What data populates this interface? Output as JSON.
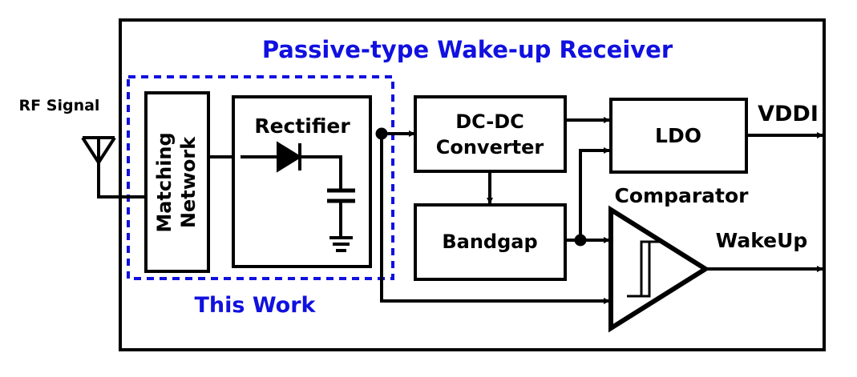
{
  "title": "Passive-type Wake-up Receiver",
  "this_work": "This Work",
  "input_label": "RF Signal",
  "blocks": {
    "matching": "Matching Network",
    "matching_line1": "Matching",
    "matching_line2": "Network",
    "rectifier": "Rectifier",
    "dcdc_line1": "DC-DC",
    "dcdc_line2": "Converter",
    "bandgap": "Bandgap",
    "ldo": "LDO",
    "comparator": "Comparator"
  },
  "outputs": {
    "vddi": "VDDI",
    "wakeup": "WakeUp"
  },
  "colors": {
    "highlight": "#1010e0",
    "line": "#000000"
  }
}
